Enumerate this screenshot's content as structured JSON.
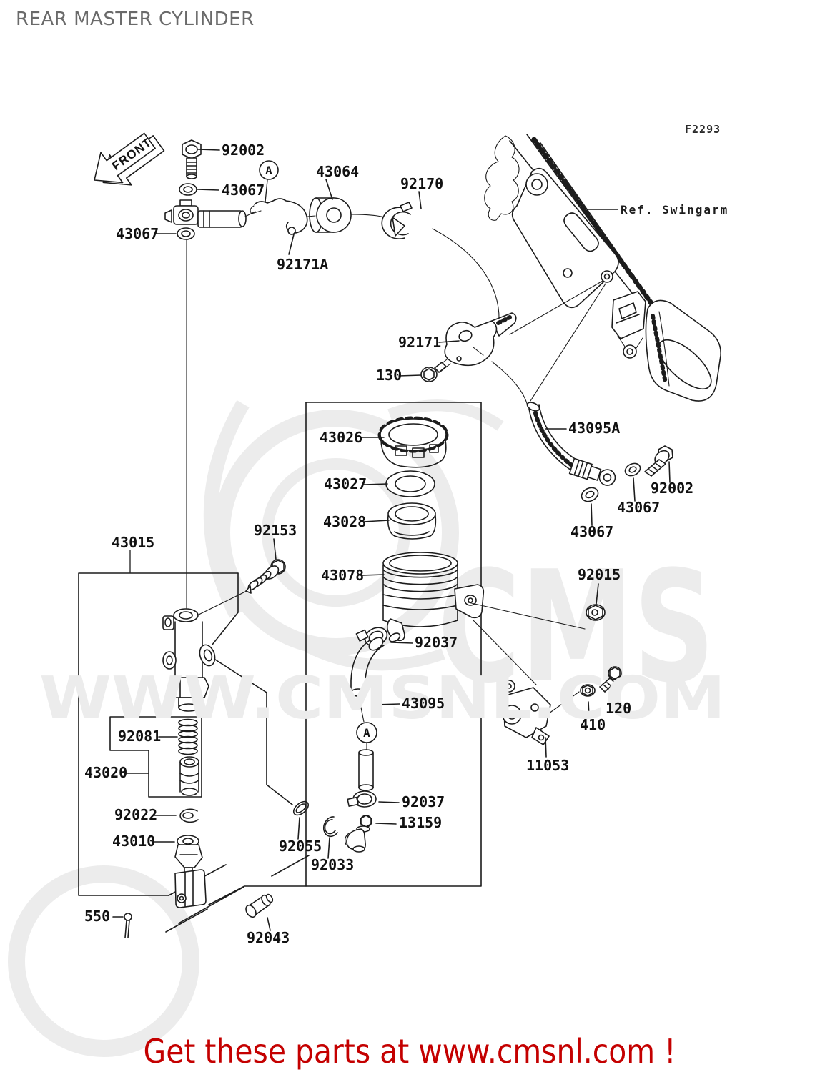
{
  "page": {
    "title": "REAR MASTER CYLINDER",
    "figure_code": "F2293",
    "banner_text": "Get these parts at www.cmsnl.com !",
    "watermark_url": "WWW.CMSNL.COM",
    "watermark_logo": "CMS",
    "colors": {
      "banner": "#c40000",
      "title": "#6a6a6a",
      "line_art": "#1c1c1c",
      "watermark": "#ececec"
    }
  },
  "annotations": {
    "front_marker": "FRONT",
    "ref_swingarm": "Ref. Swingarm",
    "detail_a": "A"
  },
  "parts": {
    "bolt_92002_top": "92002",
    "washer_43067_top": "43067",
    "washer_43067_left": "43067",
    "guide_92171a": "92171A",
    "grommet_43064": "43064",
    "clamp_92170": "92170",
    "bracket_92171": "92171",
    "bolt_130": "130",
    "hose_43095a": "43095A",
    "bolt_92002_right": "92002",
    "washer_43067_right": "43067",
    "washer_43067_lower": "43067",
    "cap_43026": "43026",
    "plate_43027": "43027",
    "diaphragm_43028": "43028",
    "reservoir_43078": "43078",
    "master_cylinder_43015": "43015",
    "bolt_92153": "92153",
    "clamp_92037_upper": "92037",
    "hose_43095": "43095",
    "clamp_92037_lower": "92037",
    "fitting_13159": "13159",
    "oring_92055": "92055",
    "oring_92033": "92033",
    "spring_92081": "92081",
    "piston_kit_43020": "43020",
    "circlip_92022": "92022",
    "pushrod_43010": "43010",
    "cotter_pin_550": "550",
    "pin_92043": "92043",
    "bracket_11053": "11053",
    "washer_410": "410",
    "bolt_120": "120",
    "nut_92015": "92015"
  }
}
